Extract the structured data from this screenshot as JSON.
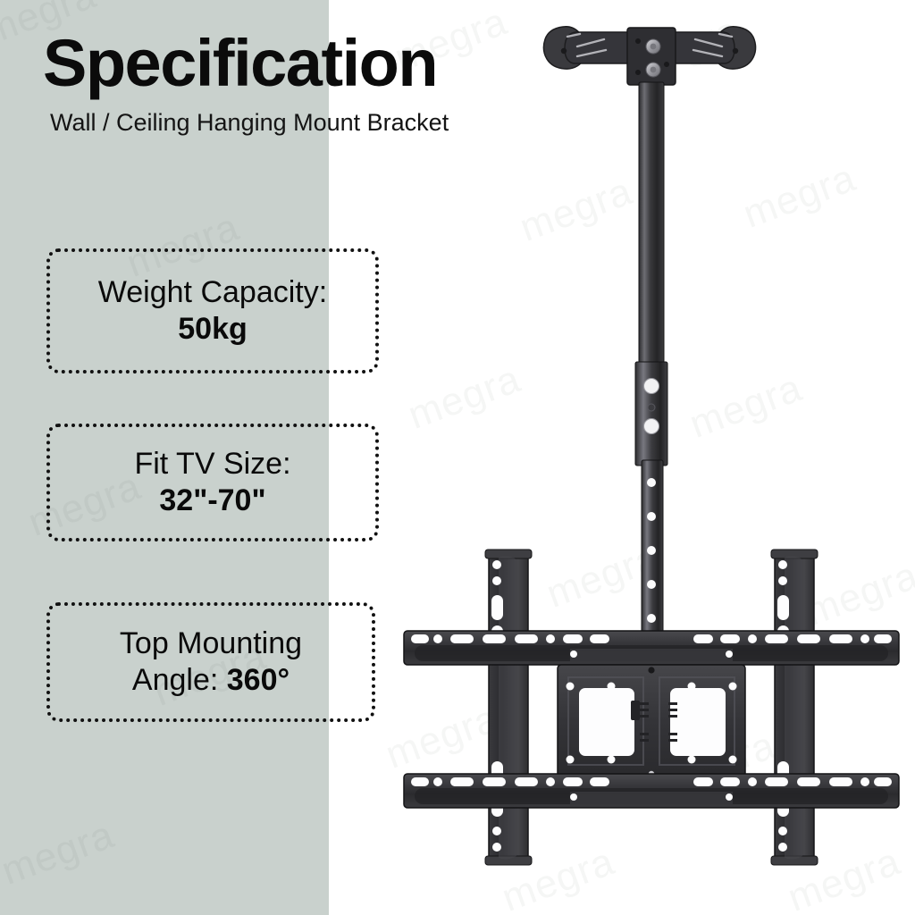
{
  "page": {
    "background_white": "#ffffff",
    "panel_color": "#c9d1cd",
    "text_color": "#0a0a0a"
  },
  "header": {
    "title": "Specification",
    "subtitle": "Wall / Ceiling Hanging Mount Bracket"
  },
  "specs": [
    {
      "id": "weight-capacity",
      "label": "Weight Capacity:",
      "value": "50kg"
    },
    {
      "id": "fit-tv-size",
      "label": "Fit TV Size:",
      "value": "32\"-70\""
    },
    {
      "id": "top-mounting-angle",
      "label": "Top Mounting",
      "value_prefix": "Angle: ",
      "value": "360°"
    }
  ],
  "watermark": {
    "text": "megra",
    "color": "#8c9691"
  },
  "product": {
    "name": "ceiling-tv-mount-bracket",
    "alt": "Black steel ceiling hanging TV mount with telescoping pole, swivel ceiling plate and VESA arms",
    "color_dark": "#2b2b2d",
    "color_mid": "#3d3d40",
    "color_light": "#5a5a5e",
    "color_highlight": "#7d7d82"
  }
}
